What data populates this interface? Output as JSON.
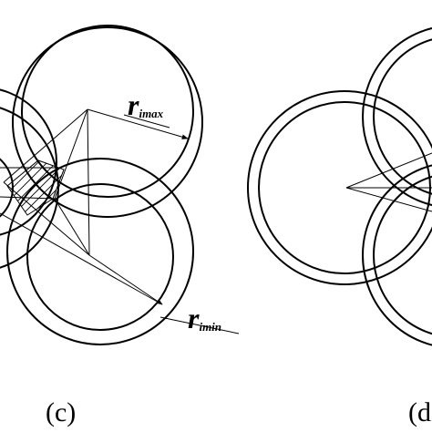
{
  "labels": {
    "r_max_main": "r",
    "r_max_sub": "imax",
    "r_min_main": "r",
    "r_min_sub": "imin",
    "panel_c": "(c)",
    "panel_d": "(d"
  }
}
